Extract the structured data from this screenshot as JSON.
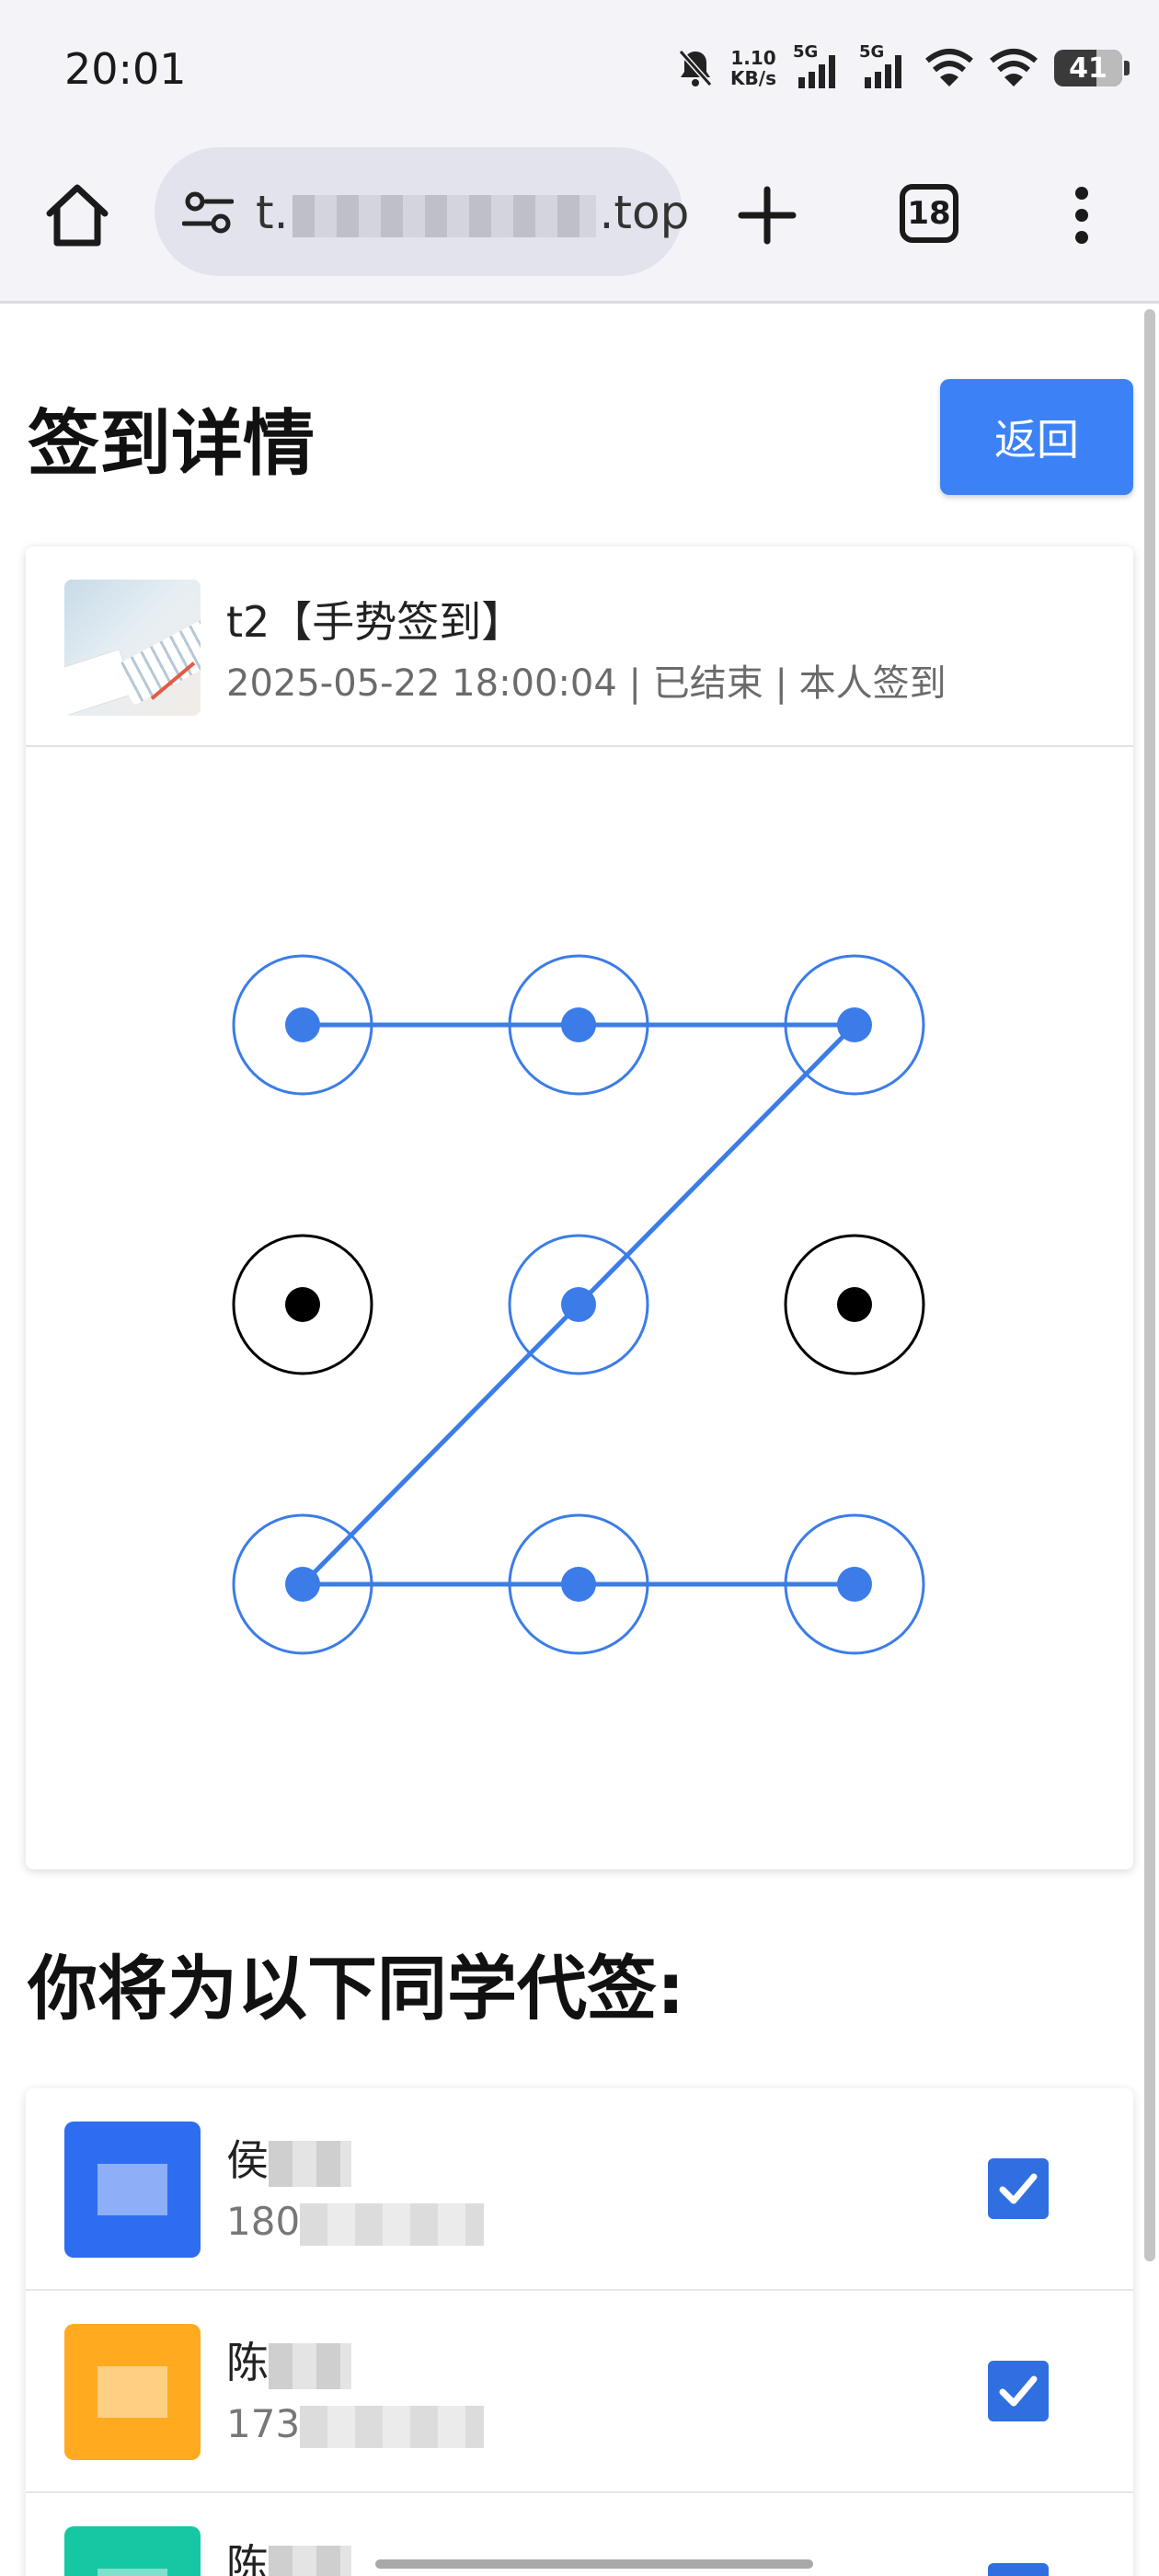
{
  "status_bar": {
    "time": "20:01",
    "net_speed_value": "1.10",
    "net_speed_unit": "KB/s",
    "signal_1": "5G",
    "signal_2": "5G",
    "battery": "41",
    "battery_level": 0.41,
    "icons": [
      "bell-off-icon",
      "signal-icon",
      "signal-icon",
      "wifi-icon",
      "wifi-icon",
      "battery-icon"
    ]
  },
  "browser": {
    "url_prefix": "t.",
    "url_suffix": ".top",
    "tab_count": "18",
    "icons": [
      "home-icon",
      "site-settings-icon",
      "plus-icon",
      "tabs-icon",
      "more-vert-icon"
    ]
  },
  "page": {
    "title": "签到详情",
    "back_label": "返回"
  },
  "checkin": {
    "title": "t2【手势签到】",
    "meta": "2025-05-22 18:00:04 | 已结束 | 本人签到",
    "gesture": {
      "grid_size": 3,
      "path": [
        1,
        2,
        3,
        5,
        7,
        8,
        9
      ],
      "active_color": "#3b7ce8",
      "inactive_color": "#000000"
    }
  },
  "proxy": {
    "heading": "你将为以下同学代签:",
    "students": [
      {
        "name_visible": "侯",
        "phone_visible": "180",
        "avatar_color": "#2f6df0",
        "checked": true
      },
      {
        "name_visible": "陈",
        "phone_visible": "173",
        "avatar_color": "#ffaa1f",
        "checked": true
      },
      {
        "name_visible": "陈",
        "phone_visible": "",
        "avatar_color": "#16c7a4",
        "checked": true
      }
    ]
  },
  "colors": {
    "primary": "#3c82f6",
    "checkbox": "#2f6fe0"
  }
}
